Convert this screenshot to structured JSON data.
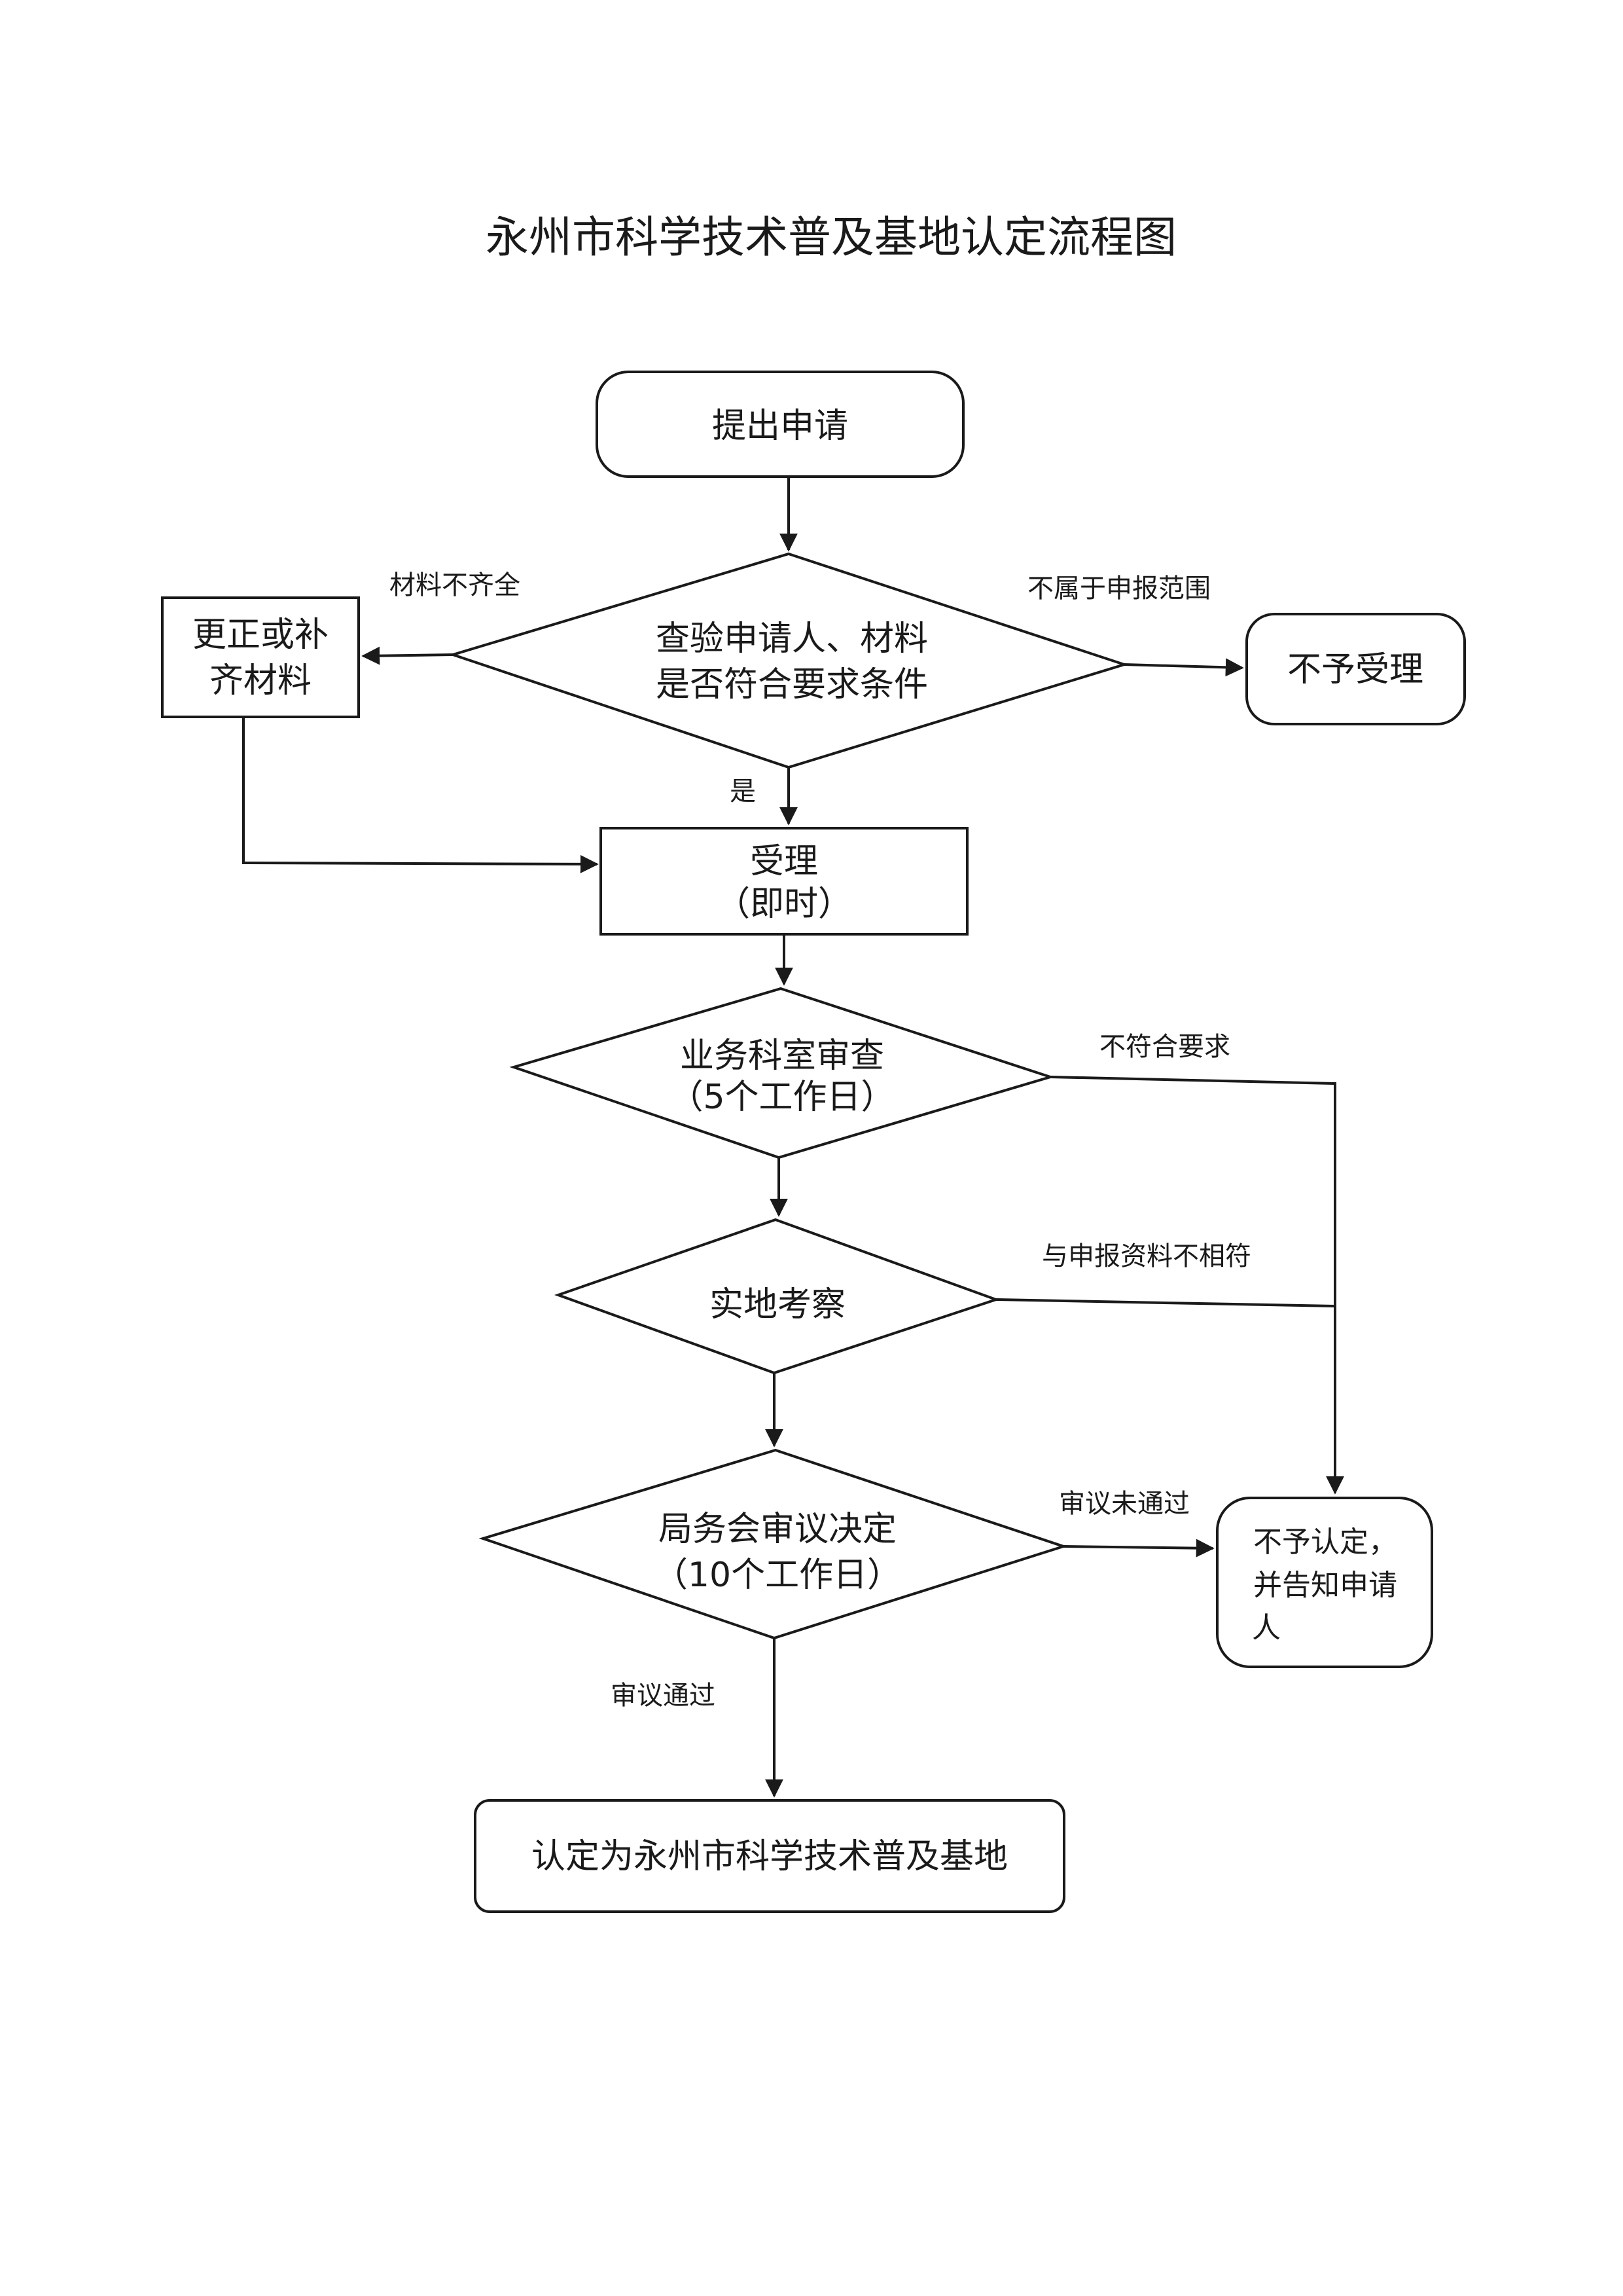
{
  "title": "永州市科学技术普及基地认定流程图",
  "nodes": {
    "submit": "提出申请",
    "check_line1": "查验申请人、材料",
    "check_line2": "是否符合要求条件",
    "correct_line1": "更正或补",
    "correct_line2": "齐材料",
    "reject_accept": "不予受理",
    "accept_line1": "受理",
    "accept_line2": "（即时）",
    "dept_review_line1": "业务科室审查",
    "dept_review_line2": "（5个工作日）",
    "site_visit": "实地考察",
    "bureau_decision_line1": "局务会审议决定",
    "bureau_decision_line2": "（10个工作日）",
    "reject_identify_line1": "不予认定，",
    "reject_identify_line2": "并告知申请",
    "reject_identify_line3": "人",
    "final": "认定为永州市科学技术普及基地"
  },
  "edges": {
    "incomplete": "材料不齐全",
    "out_of_scope": "不属于申报范围",
    "yes": "是",
    "not_meet": "不符合要求",
    "mismatch": "与申报资料不相符",
    "not_passed": "审议未通过",
    "passed": "审议通过"
  }
}
